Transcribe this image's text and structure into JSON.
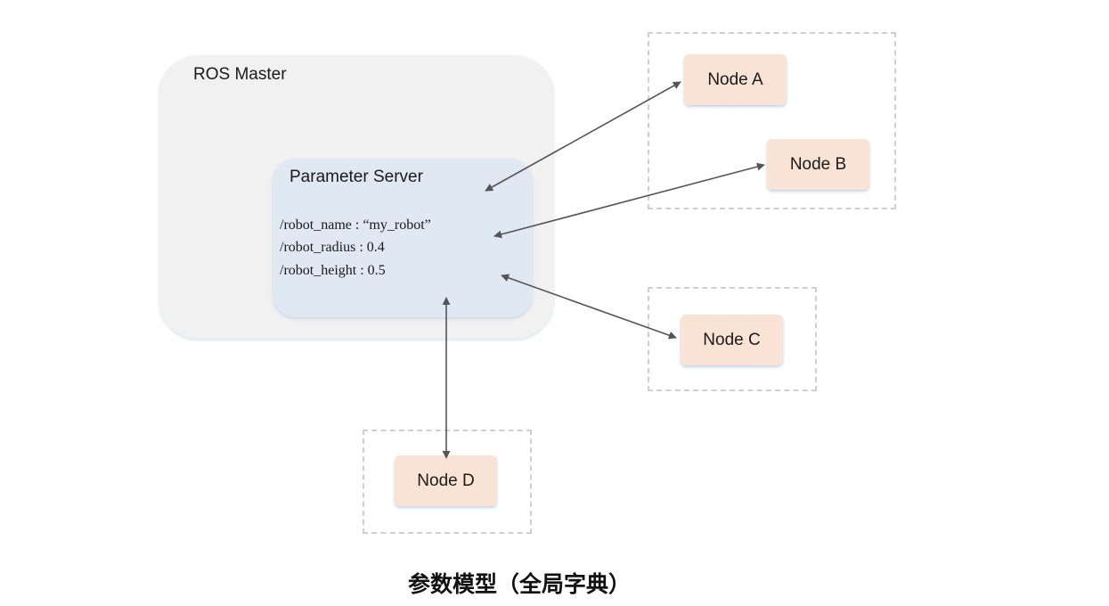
{
  "master": {
    "title": "ROS Master"
  },
  "parameter_server": {
    "title": "Parameter Server",
    "entries": [
      "/robot_name : “my_robot”",
      "/robot_radius : 0.4",
      "/robot_height : 0.5"
    ]
  },
  "nodes": {
    "a": "Node A",
    "b": "Node B",
    "c": "Node C",
    "d": "Node D"
  },
  "caption": "参数模型（全局字典）",
  "colors": {
    "master_bg": "#f1f1f1",
    "param_server_bg": "#dfe8f3",
    "node_bg": "#f9e3d4",
    "arrow": "#555555",
    "dashed_border": "#cfcfcf"
  }
}
